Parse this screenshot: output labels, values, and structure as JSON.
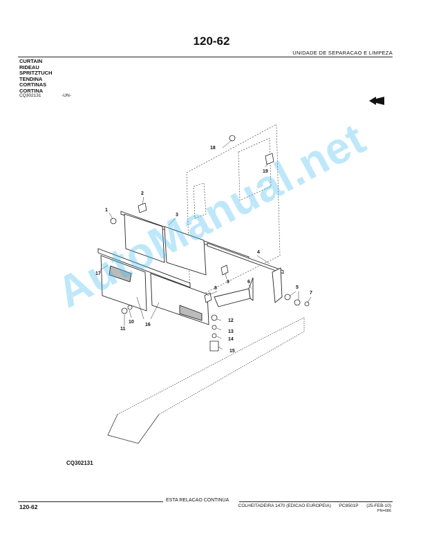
{
  "header": {
    "page_title": "120-62",
    "section_name": "UNIDADE DE SEPARACAO E LIMPEZA"
  },
  "title_lines": [
    "CURTAIN",
    "RIDEAU",
    "SPRITZTUCH",
    "TENDINA",
    "CORTINAS",
    "CORTINA"
  ],
  "reference": {
    "code": "CQ302131",
    "unit": "-UN-"
  },
  "diagram": {
    "callouts": [
      "1",
      "2",
      "3",
      "4",
      "5",
      "6",
      "7",
      "8",
      "9",
      "10",
      "11",
      "12",
      "13",
      "14",
      "15",
      "16",
      "17",
      "18",
      "19"
    ],
    "figure_code": "CQ302131"
  },
  "watermark": "AutoManual.net",
  "footer": {
    "continua": "ESTA RELACAO CONTINUA",
    "page_number": "120-62",
    "machine": "COLHEITADEIRA 1470 (EDICAO EUROPEIA)",
    "catalog": "PC8501P",
    "date": "(25-FEB-10)",
    "pn": "PN=686"
  },
  "colors": {
    "watermark": "#46bef0",
    "ink": "#111111"
  }
}
